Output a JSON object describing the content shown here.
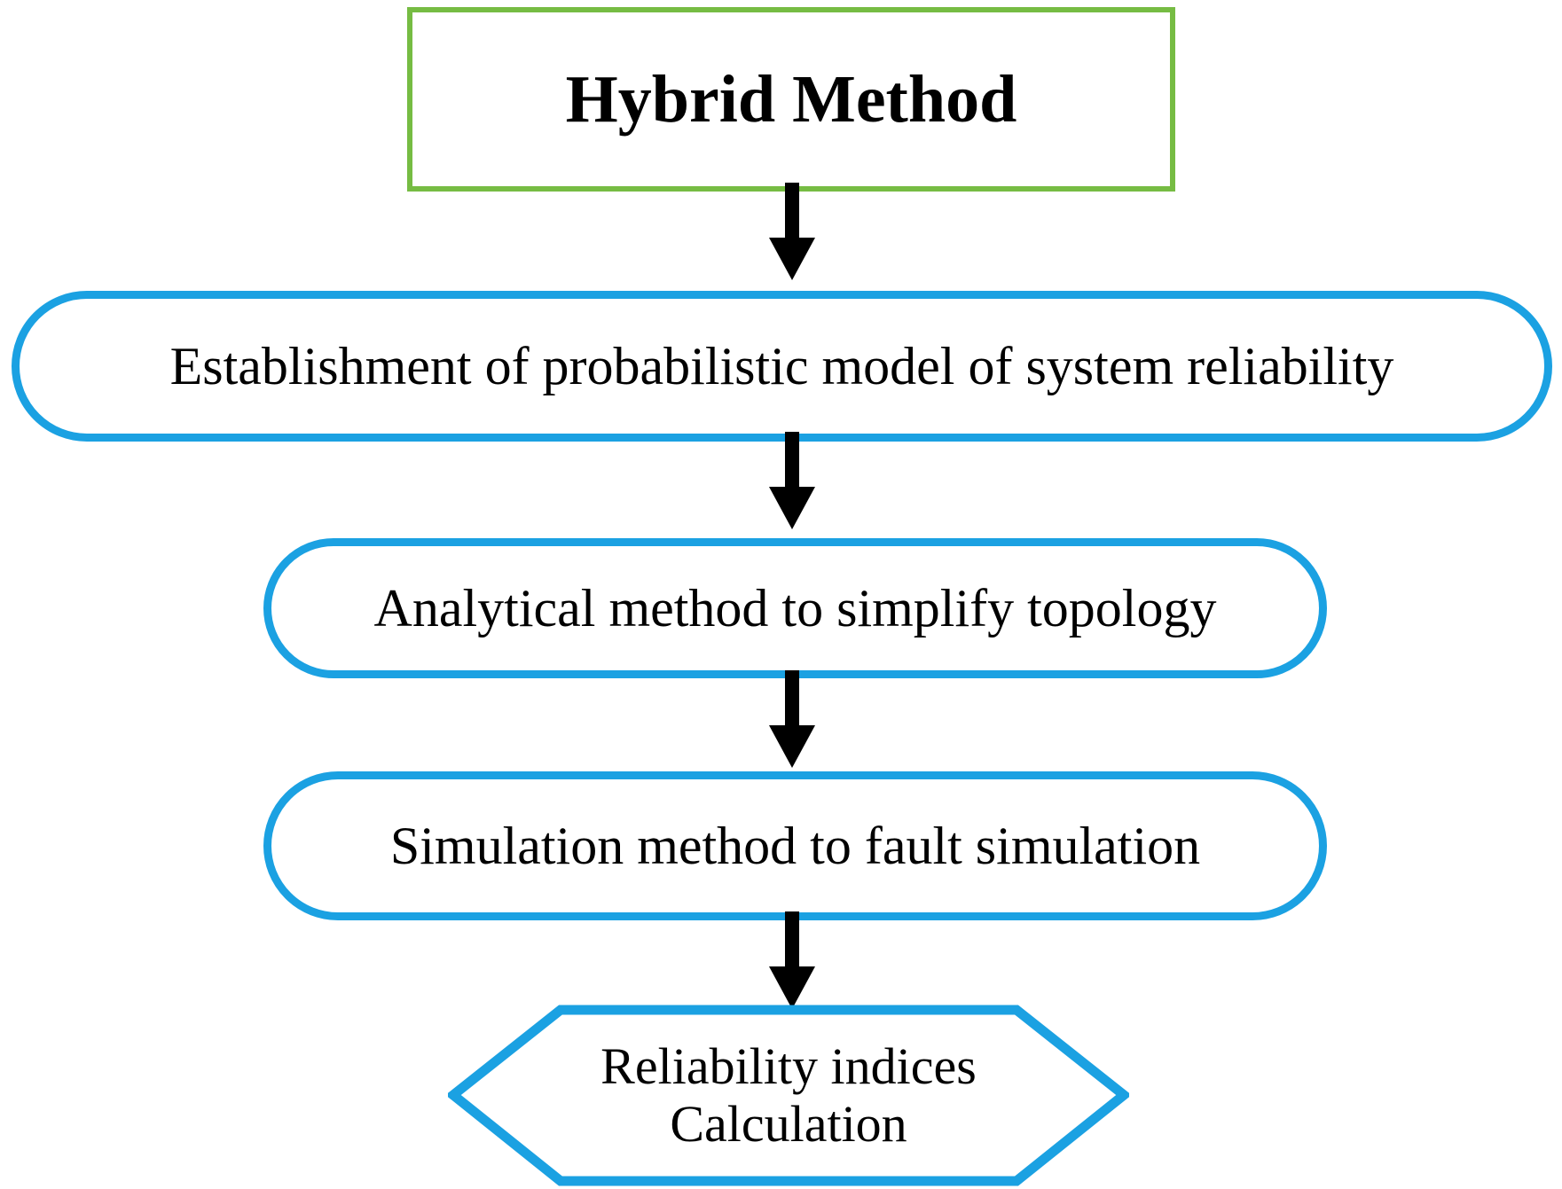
{
  "diagram": {
    "title": "Hybrid Method flowchart",
    "colors": {
      "green_border": "#76bc43",
      "blue_border": "#1ba1e2",
      "arrow": "#000000",
      "text": "#000000",
      "background": "#ffffff"
    },
    "nodes": [
      {
        "id": "hybrid-method",
        "shape": "rectangle",
        "label": "Hybrid Method"
      },
      {
        "id": "probabilistic-model",
        "shape": "rounded-rectangle",
        "label": "Establishment of probabilistic model of system reliability"
      },
      {
        "id": "analytical-method",
        "shape": "rounded-rectangle",
        "label": "Analytical method to simplify topology"
      },
      {
        "id": "simulation-method",
        "shape": "rounded-rectangle",
        "label": "Simulation method to fault simulation"
      },
      {
        "id": "reliability-indices",
        "shape": "hexagon",
        "label_line1": "Reliability indices",
        "label_line2": "Calculation"
      }
    ],
    "arrows": [
      {
        "id": "arrow-1",
        "from": "hybrid-method",
        "to": "probabilistic-model"
      },
      {
        "id": "arrow-2",
        "from": "probabilistic-model",
        "to": "analytical-method"
      },
      {
        "id": "arrow-3",
        "from": "analytical-method",
        "to": "simulation-method"
      },
      {
        "id": "arrow-4",
        "from": "simulation-method",
        "to": "reliability-indices"
      }
    ]
  }
}
